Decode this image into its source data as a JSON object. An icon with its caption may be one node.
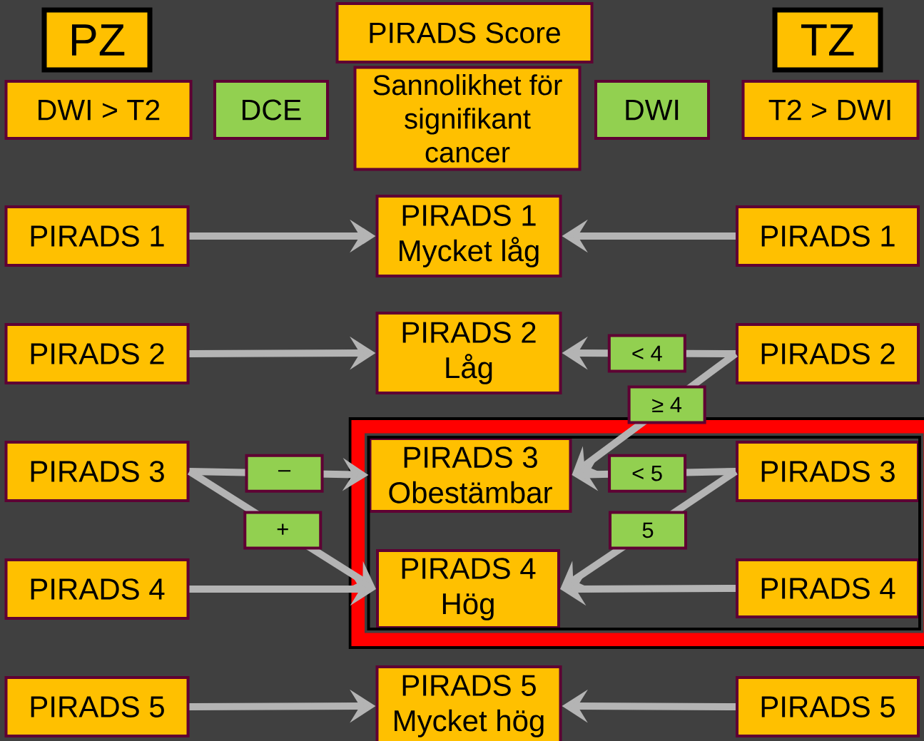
{
  "diagram": {
    "nodes": [
      {
        "text": [
          "PZ"
        ]
      },
      {
        "text": [
          "PIRADS Score"
        ]
      },
      {
        "text": [
          "TZ"
        ]
      },
      {
        "text": [
          "DWI > T2"
        ]
      },
      {
        "text": [
          "DCE"
        ]
      },
      {
        "text": [
          "Sannolikhet för signifikant cancer"
        ]
      },
      {
        "text": [
          "DWI"
        ]
      },
      {
        "text": [
          "T2 > DWI"
        ]
      },
      {
        "text": [
          "PIRADS 1"
        ]
      },
      {
        "text": [
          "PIRADS 1 Mycket låg"
        ]
      },
      {
        "text": [
          "PIRADS 1"
        ]
      },
      {
        "text": [
          "PIRADS 2"
        ]
      },
      {
        "text": [
          "PIRADS 2 Låg"
        ]
      },
      {
        "text": [
          "PIRADS 2"
        ]
      },
      {
        "text": [
          "PIRADS 3"
        ]
      },
      {
        "text": [],
        "shape": "box"
      },
      {
        "text": [
          "PIRADS 3 Obestämbar"
        ],
        "in": 15
      },
      {
        "text": [
          "PIRADS 3"
        ],
        "in": 15
      },
      {
        "text": [
          "PIRADS 4"
        ]
      },
      {
        "text": [
          "PIRADS 4 Hög"
        ],
        "in": 15
      },
      {
        "text": [
          "PIRADS 4"
        ],
        "in": 15
      },
      {
        "text": [
          "PIRADS 5"
        ]
      },
      {
        "text": [
          "PIRADS 5 Mycket hög"
        ]
      },
      {
        "text": [
          "PIRADS 5"
        ]
      }
    ],
    "edges": [
      {
        "from": 8,
        "to": 9,
        "arrow": "to"
      },
      {
        "from": 10,
        "to": 9,
        "arrow": "to"
      },
      {
        "from": 11,
        "to": 12,
        "arrow": "to"
      },
      {
        "from": 13,
        "to": 12,
        "arrow": "to",
        "label": "< 4"
      },
      {
        "from": 13,
        "to": 16,
        "arrow": "to",
        "label": "≥ 4"
      },
      {
        "from": 14,
        "to": 16,
        "arrow": "to",
        "label": "–"
      },
      {
        "from": 14,
        "to": 19,
        "arrow": "to",
        "label": "+"
      },
      {
        "from": 17,
        "to": 16,
        "arrow": "to",
        "label": "< 5"
      },
      {
        "from": 17,
        "to": 19,
        "arrow": "to",
        "label": "5"
      },
      {
        "from": 18,
        "to": 19,
        "arrow": "to"
      },
      {
        "from": 20,
        "to": 19,
        "arrow": "to"
      },
      {
        "from": 21,
        "to": 22,
        "arrow": "to"
      },
      {
        "from": 23,
        "to": 22,
        "arrow": "to"
      }
    ]
  }
}
